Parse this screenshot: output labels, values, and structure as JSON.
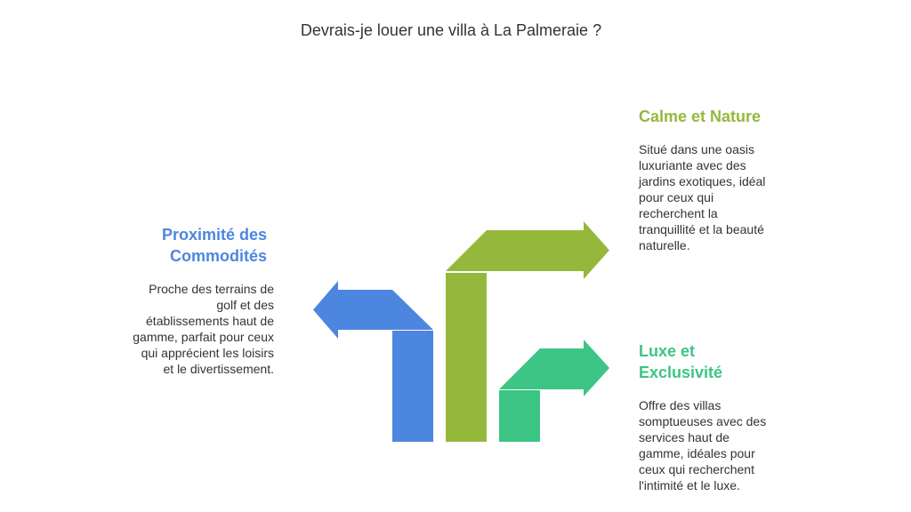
{
  "title": "Devrais-je louer une villa à La Palmeraie ?",
  "colors": {
    "blue": "#4C86E0",
    "olive": "#95B83C",
    "green": "#3CC585",
    "text": "#333333"
  },
  "options": [
    {
      "heading": "Proximité des Commodités",
      "description": "Proche des terrains de golf et des établissements haut de gamme, parfait pour ceux qui apprécient les loisirs et le divertissement.",
      "color": "#4C86E0",
      "direction": "left"
    },
    {
      "heading": "Calme et Nature",
      "description": "Situé dans une oasis luxuriante avec des jardins exotiques, idéal pour ceux qui recherchent la tranquillité et la beauté naturelle.",
      "color": "#95B83C",
      "direction": "right"
    },
    {
      "heading": "Luxe et Exclusivité",
      "description": "Offre des villas somptueuses avec des services haut de gamme, idéales pour ceux qui recherchent l'intimité et le luxe.",
      "color": "#3CC585",
      "direction": "right"
    }
  ]
}
